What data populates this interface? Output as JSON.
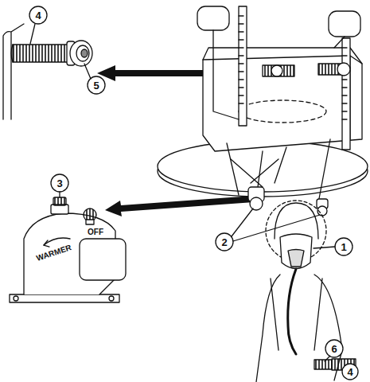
{
  "diagram": {
    "labels": [
      "4",
      "5",
      "3",
      "2",
      "1",
      "6",
      "4",
      "WARMER",
      "OFF"
    ]
  }
}
